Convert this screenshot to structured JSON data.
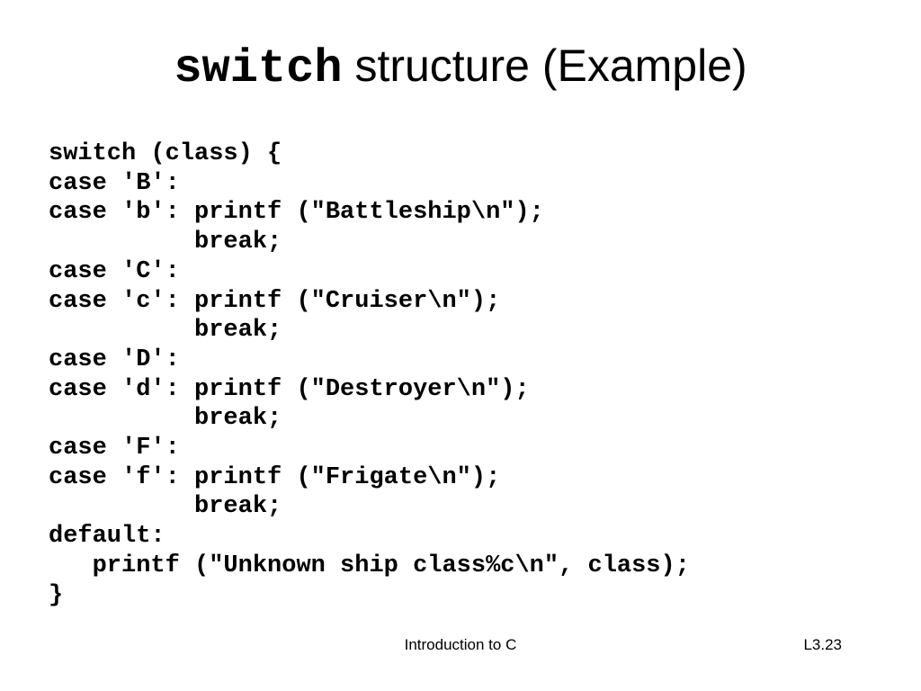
{
  "slide": {
    "title": {
      "keyword": "switch",
      "rest": " structure (Example)"
    },
    "code_lines": [
      "switch (class) {",
      "case 'B':",
      "case 'b': printf (\"Battleship\\n\");",
      "          break;",
      "case 'C':",
      "case 'c': printf (\"Cruiser\\n\");",
      "          break;",
      "case 'D':",
      "case 'd': printf (\"Destroyer\\n\");",
      "          break;",
      "case 'F':",
      "case 'f': printf (\"Frigate\\n\");",
      "          break;",
      "default:",
      "   printf (\"Unknown ship class%c\\n\", class);",
      "}"
    ],
    "footer": {
      "center": "Introduction to C",
      "right": "L3.23"
    }
  }
}
